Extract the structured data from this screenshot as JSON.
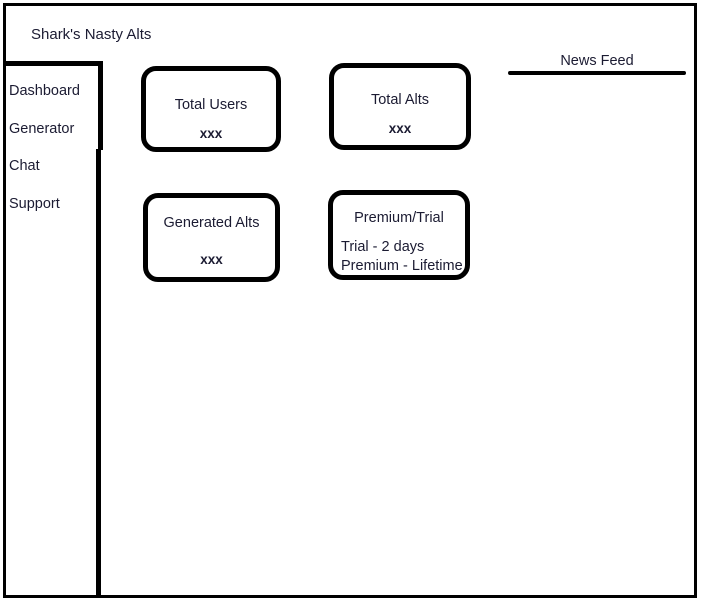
{
  "app": {
    "title": "Shark's Nasty Alts"
  },
  "sidebar": {
    "items": [
      {
        "label": "Dashboard"
      },
      {
        "label": "Generator"
      },
      {
        "label": "Chat"
      },
      {
        "label": "Support"
      }
    ]
  },
  "cards": [
    {
      "id": "total-users",
      "title": "Total Users",
      "value": "xxx"
    },
    {
      "id": "total-alts",
      "title": "Total Alts",
      "value": "xxx"
    },
    {
      "id": "generated",
      "title": "Generated Alts",
      "value": "xxx"
    },
    {
      "id": "premium-trial",
      "title": "Premium/Trial",
      "line1": "Trial - 2 days",
      "line2": "Premium - Lifetime"
    }
  ],
  "news_feed": {
    "title": "News Feed"
  },
  "colors": {
    "background": "#ffffff",
    "ink": "#000000",
    "text": "#1b1b32"
  }
}
